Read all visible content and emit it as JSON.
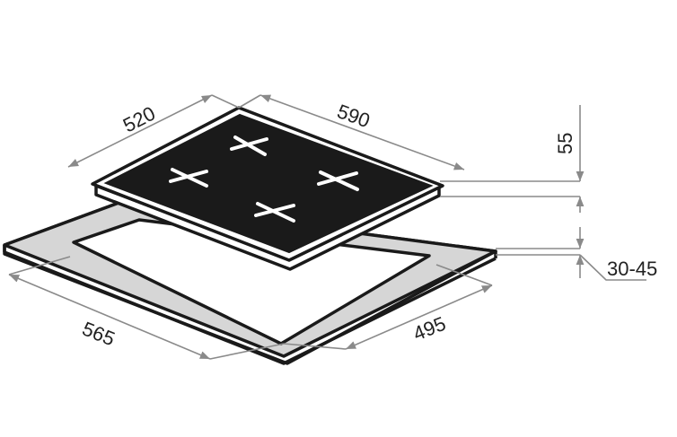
{
  "title": "Hob installation dimensions",
  "dimensions": {
    "hob_depth": "520",
    "hob_width": "590",
    "hob_height": "55",
    "cutout_width": "565",
    "cutout_depth": "495",
    "worktop_thickness": "30-45"
  },
  "colors": {
    "glass": "#1a1a1a",
    "worktop": "#d6d6d6",
    "dimension_line": "#8a8a8a"
  }
}
